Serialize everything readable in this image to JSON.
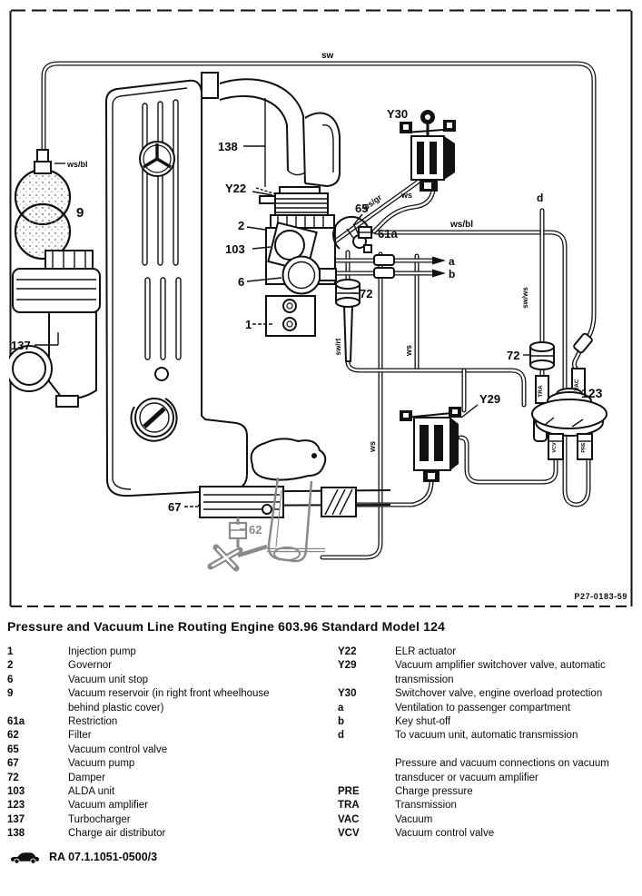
{
  "title": "Pressure and Vacuum Line Routing Engine 603.96 Standard Model 124",
  "figure_ref": "P27-0183-59",
  "footer": {
    "doc_ref": "RA 07.1.1051-0500/3"
  },
  "diagram": {
    "labels": {
      "sw": "sw",
      "ws_bl_res": "ws/bl",
      "n9": "9",
      "n138": "138",
      "y22": "Y22",
      "n2": "2",
      "n103": "103",
      "n6": "6",
      "n1": "1",
      "n137": "137",
      "n67": "67",
      "n62": "62",
      "y30": "Y30",
      "ws_loop": "ws",
      "ws_gr": "ws/gr",
      "n65": "65",
      "n61a": "61a",
      "a": "a",
      "b": "b",
      "ws_bl_line": "ws/bl",
      "d": "d",
      "sw_ws": "sw/ws",
      "n72_right": "72",
      "n72_mid": "72",
      "y29": "Y29",
      "n123": "123",
      "ws_v1": "ws",
      "ws_v2": "ws",
      "sw_rt": "sw/rt",
      "tra": "TRA",
      "vac": "VAC",
      "vcv": "VCV",
      "pre": "PRE"
    }
  },
  "legend": {
    "left": [
      {
        "code": "1",
        "desc": "Injection pump"
      },
      {
        "code": "2",
        "desc": "Governor"
      },
      {
        "code": "6",
        "desc": "Vacuum unit stop"
      },
      {
        "code": "9",
        "desc": "Vacuum reservoir (in right front wheelhouse\nbehind plastic cover)"
      },
      {
        "code": "61a",
        "desc": "Restriction"
      },
      {
        "code": "62",
        "desc": "Filter"
      },
      {
        "code": "65",
        "desc": "Vacuum control valve"
      },
      {
        "code": "67",
        "desc": "Vacuum pump"
      },
      {
        "code": "72",
        "desc": "Damper"
      },
      {
        "code": "103",
        "desc": "ALDA unit"
      },
      {
        "code": "123",
        "desc": "Vacuum amplifier"
      },
      {
        "code": "137",
        "desc": "Turbocharger"
      },
      {
        "code": "138",
        "desc": "Charge air distributor"
      }
    ],
    "right": [
      {
        "code": "Y22",
        "desc": "ELR actuator"
      },
      {
        "code": "Y29",
        "desc": "Vacuum amplifier switchover valve, automatic\ntransmission"
      },
      {
        "code": "Y30",
        "desc": "Switchover valve, engine overload protection"
      },
      {
        "code": "a",
        "desc": "Ventilation to passenger compartment"
      },
      {
        "code": "b",
        "desc": "Key shut-off"
      },
      {
        "code": "d",
        "desc": "To vacuum unit, automatic transmission"
      },
      {
        "code": "",
        "desc": ""
      },
      {
        "code": "",
        "desc": "Pressure and vacuum connections on vacuum\ntransducer or vacuum amplifier"
      },
      {
        "code": "PRE",
        "desc": "Charge pressure"
      },
      {
        "code": "TRA",
        "desc": "Transmission"
      },
      {
        "code": "VAC",
        "desc": "Vacuum"
      },
      {
        "code": "VCV",
        "desc": "Vacuum control valve"
      }
    ]
  }
}
